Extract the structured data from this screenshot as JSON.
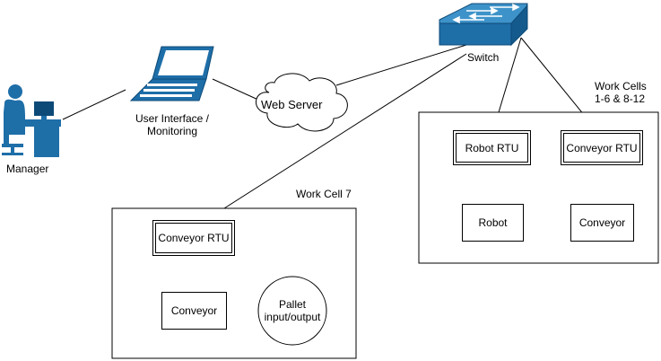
{
  "nodes": {
    "manager": "Manager",
    "user_interface": "User Interface /\nMonitoring",
    "web_server": "Web Server",
    "switch": "Switch"
  },
  "work_cells_group": {
    "title": "Work Cells\n1-6 & 8-12",
    "robot_rtu": "Robot RTU",
    "conveyor_rtu": "Conveyor RTU",
    "robot": "Robot",
    "conveyor": "Conveyor"
  },
  "work_cell_7": {
    "title": "Work Cell 7",
    "conveyor_rtu": "Conveyor RTU",
    "conveyor": "Conveyor",
    "pallet": "Pallet\ninput/output"
  },
  "colors": {
    "icon_blue": "#1e6ea8",
    "icon_dark": "#0d4a78",
    "line": "#000000"
  }
}
